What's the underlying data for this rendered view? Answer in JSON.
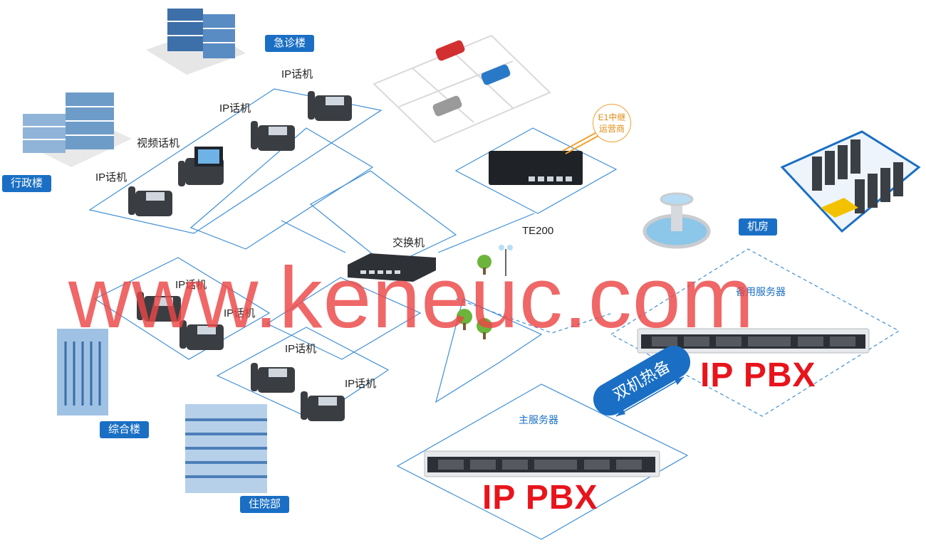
{
  "buildings": {
    "emergency": "急诊楼",
    "admin": "行政楼",
    "general": "综合楼",
    "inpatient": "住院部",
    "server_room": "机房"
  },
  "devices": {
    "ip_phone": "IP话机",
    "video_phone": "视频话机",
    "switch": "交换机",
    "gateway": "TE200",
    "e1_line1": "E1中继",
    "e1_line2": "运营商",
    "main_server": "主服务器",
    "backup_server": "备用服务器",
    "ip_pbx": "IP PBX",
    "hot_standby": "双机热备"
  },
  "watermark": "www.keneuc.com",
  "colors": {
    "accent": "#1a6fc4",
    "pbx_red": "#e8141c",
    "watermark": "#ec4646",
    "trunk": "#f0a030"
  }
}
